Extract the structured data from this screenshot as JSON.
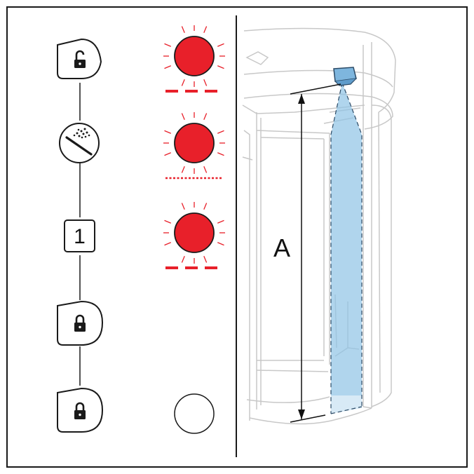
{
  "figure": {
    "dimension_label": "A",
    "colors": {
      "frame": "#1a1a1a",
      "lamp_red": "#e8202a",
      "lamp_off": "#ffffff",
      "indicator_red": "#e8202a",
      "sensor_beam": "#8ec3e6",
      "sensor_unit": "#7eb6de",
      "door_outline": "#c8c8c8"
    },
    "steps": [
      {
        "icon": "unlocked-padlock-icon",
        "lamp": "on",
        "indicator": "dashed"
      },
      {
        "icon": "cleaning-mode-icon",
        "lamp": "on",
        "indicator": "dotted"
      },
      {
        "icon": "number-key-icon",
        "label": "1",
        "lamp": "on",
        "indicator": "dashed"
      },
      {
        "icon": "locked-padlock-icon",
        "lamp": "none",
        "indicator": "none"
      },
      {
        "icon": "locked-padlock-icon",
        "lamp": "off",
        "indicator": "none"
      }
    ]
  }
}
